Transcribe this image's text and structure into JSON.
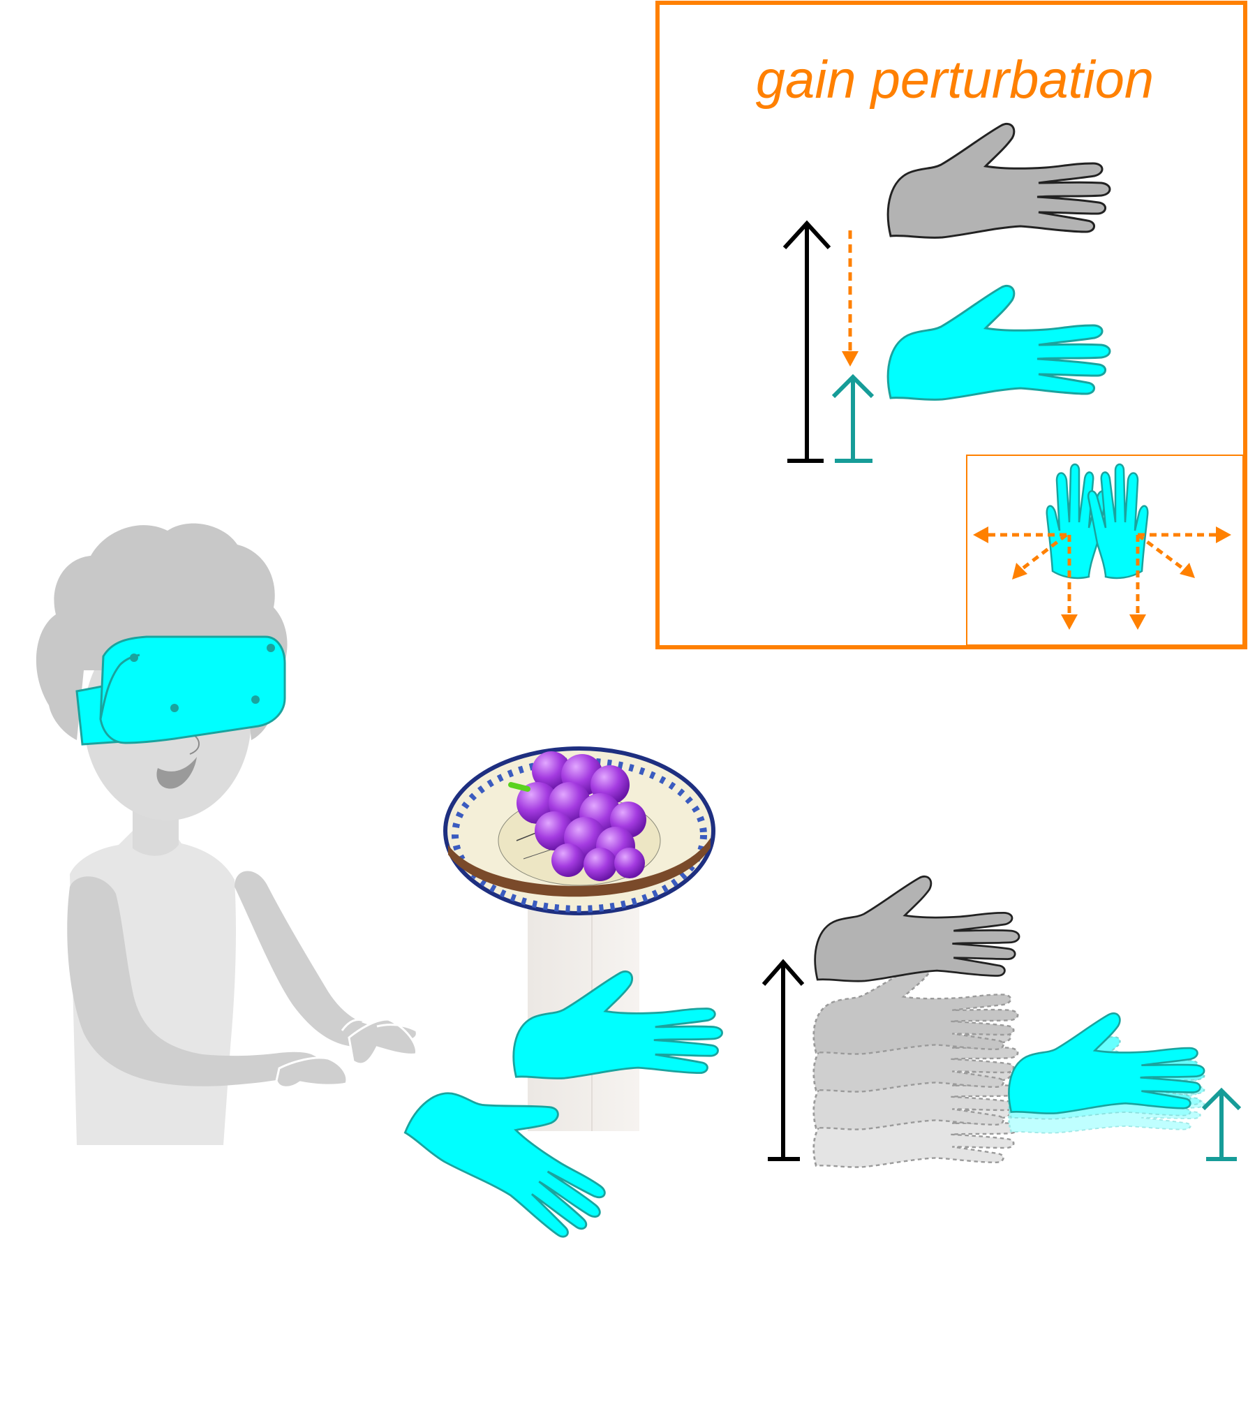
{
  "title": "gain perturbation",
  "colors": {
    "accent_orange": "#FF8000",
    "hand_cyan": "#00FFFF",
    "hand_outline_teal": "#1AA39E",
    "real_hand_gray": "#B3B3B3",
    "person_gray": "#CFCFCF",
    "headset_cyan": "#00FFFF",
    "grape_purple": "#A43BE0",
    "plate_blue": "#2A3F9A",
    "arrow_black": "#000000",
    "arrow_teal": "#169C98"
  },
  "icons": {
    "person": "person-with-vr-headset",
    "plate": "plate-with-grapes",
    "hand": "hand-icon",
    "arrow": "vertical-arrow-icon"
  }
}
